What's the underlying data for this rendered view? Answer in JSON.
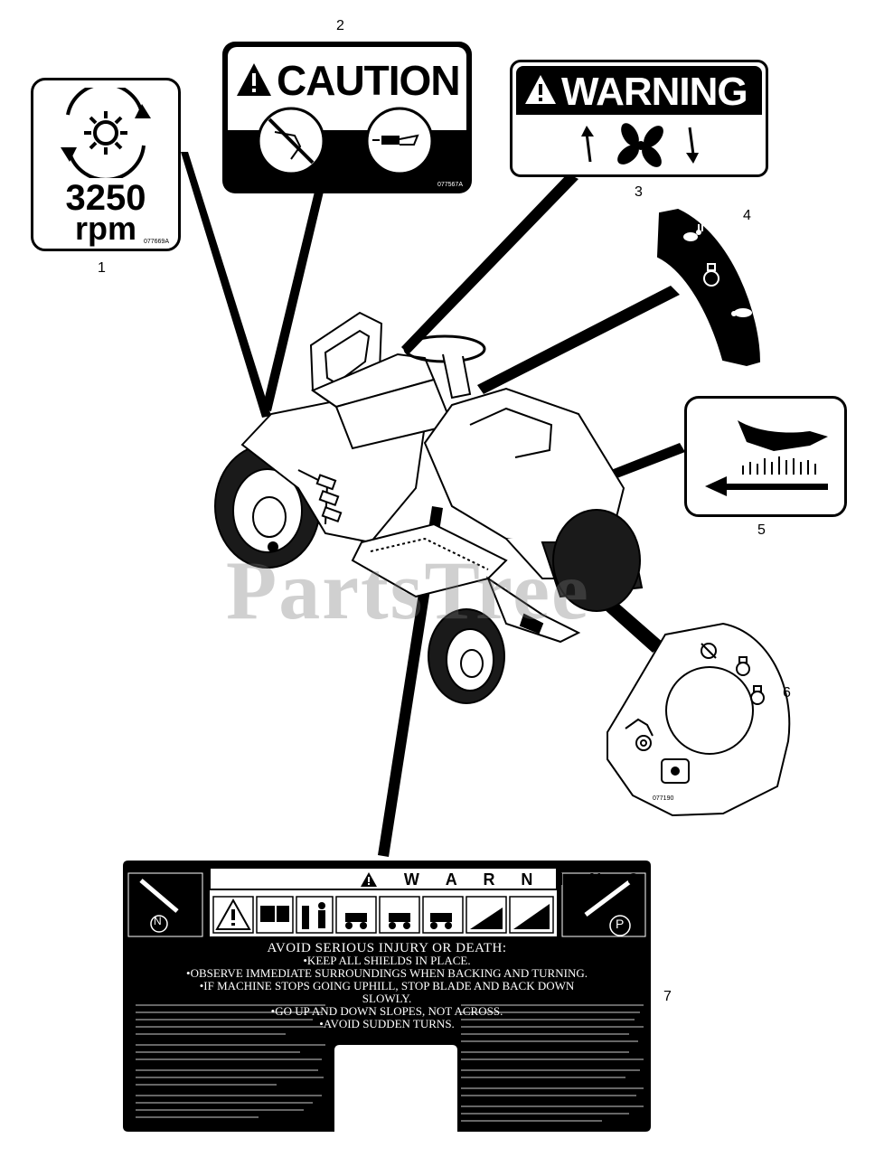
{
  "callouts": [
    "1",
    "2",
    "3",
    "4",
    "5",
    "6",
    "7"
  ],
  "decal_1": {
    "number": "3250",
    "unit": "rpm",
    "part_code": "077669A",
    "icon": "engine-sun-rotation-icon"
  },
  "decal_2": {
    "heading": "CAUTION",
    "part_code": "077567A",
    "icons": [
      "no-hand-near-blade-icon",
      "no-spark-icon"
    ]
  },
  "decal_3": {
    "heading": "WARNING",
    "icon": "fan-rotation-icon"
  },
  "decal_4": {
    "icons": [
      "rabbit-fast-icon",
      "choke-icon",
      "turtle-slow-icon"
    ]
  },
  "decal_5": {
    "icons": [
      "hand-icon",
      "grass-cutting-icon",
      "arrow-left-icon"
    ]
  },
  "decal_6": {
    "part_code": "077190",
    "icons": [
      "off-icon",
      "choke-icon",
      "run-icon",
      "mower-icon",
      "pto-icon"
    ]
  },
  "decal_7": {
    "heading_letters": [
      "W",
      "A",
      "R",
      "N",
      "I",
      "N",
      "G"
    ],
    "left_symbol": "N",
    "right_symbol": "P",
    "avoid_lines": [
      "AVOID SERIOUS INJURY OR DEATH:",
      "•KEEP ALL SHIELDS IN PLACE.",
      "•OBSERVE IMMEDIATE SURROUNDINGS WHEN BACKING AND TURNING.",
      "•IF MACHINE STOPS GOING UPHILL, STOP BLADE AND BACK DOWN SLOWLY.",
      "•GO UP AND DOWN SLOPES, NOT ACROSS.",
      "•AVOID SUDDEN TURNS."
    ]
  },
  "watermark": "PartsTree",
  "colors": {
    "ink": "#000000",
    "paper": "#ffffff",
    "watermark": "#8c8c8c"
  }
}
